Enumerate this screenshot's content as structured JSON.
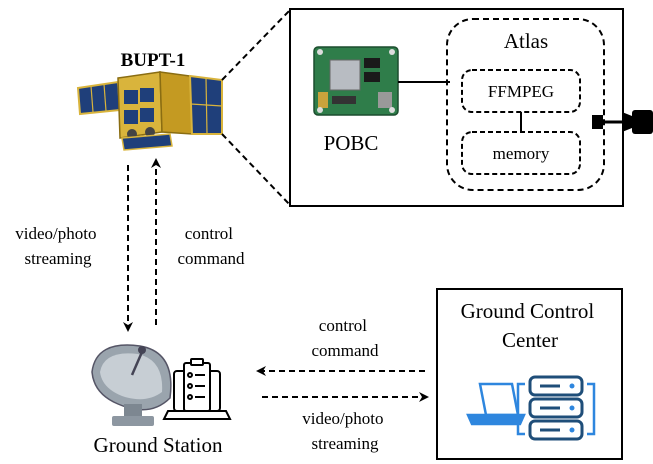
{
  "satellite": {
    "name": "BUPT-1"
  },
  "detail_box": {
    "pobc_label": "POBC",
    "atlas": {
      "title": "Atlas",
      "modules": [
        "FFMPEG",
        "memory"
      ]
    }
  },
  "downlink_label": [
    "video/photo",
    "streaming"
  ],
  "uplink_label": [
    "control",
    "command"
  ],
  "ground_station": {
    "label": "Ground Station"
  },
  "ground_control_center": {
    "title": [
      "Ground Control",
      "Center"
    ]
  },
  "gs_to_gcc_top_label": [
    "control",
    "command"
  ],
  "gs_to_gcc_bottom_label": [
    "video/photo",
    "streaming"
  ],
  "colors": {
    "server_blue": "#1f4e79",
    "laptop_blue": "#2e86de",
    "solar_gold": "#d9b43c",
    "solar_blue": "#1f3f7a",
    "board_green": "#2f7d4a"
  },
  "icons": [
    "satellite-image",
    "board-image",
    "camera-icon",
    "dish-icon",
    "checklist-monitor-icon",
    "laptop-icon",
    "server-rack-icon"
  ]
}
